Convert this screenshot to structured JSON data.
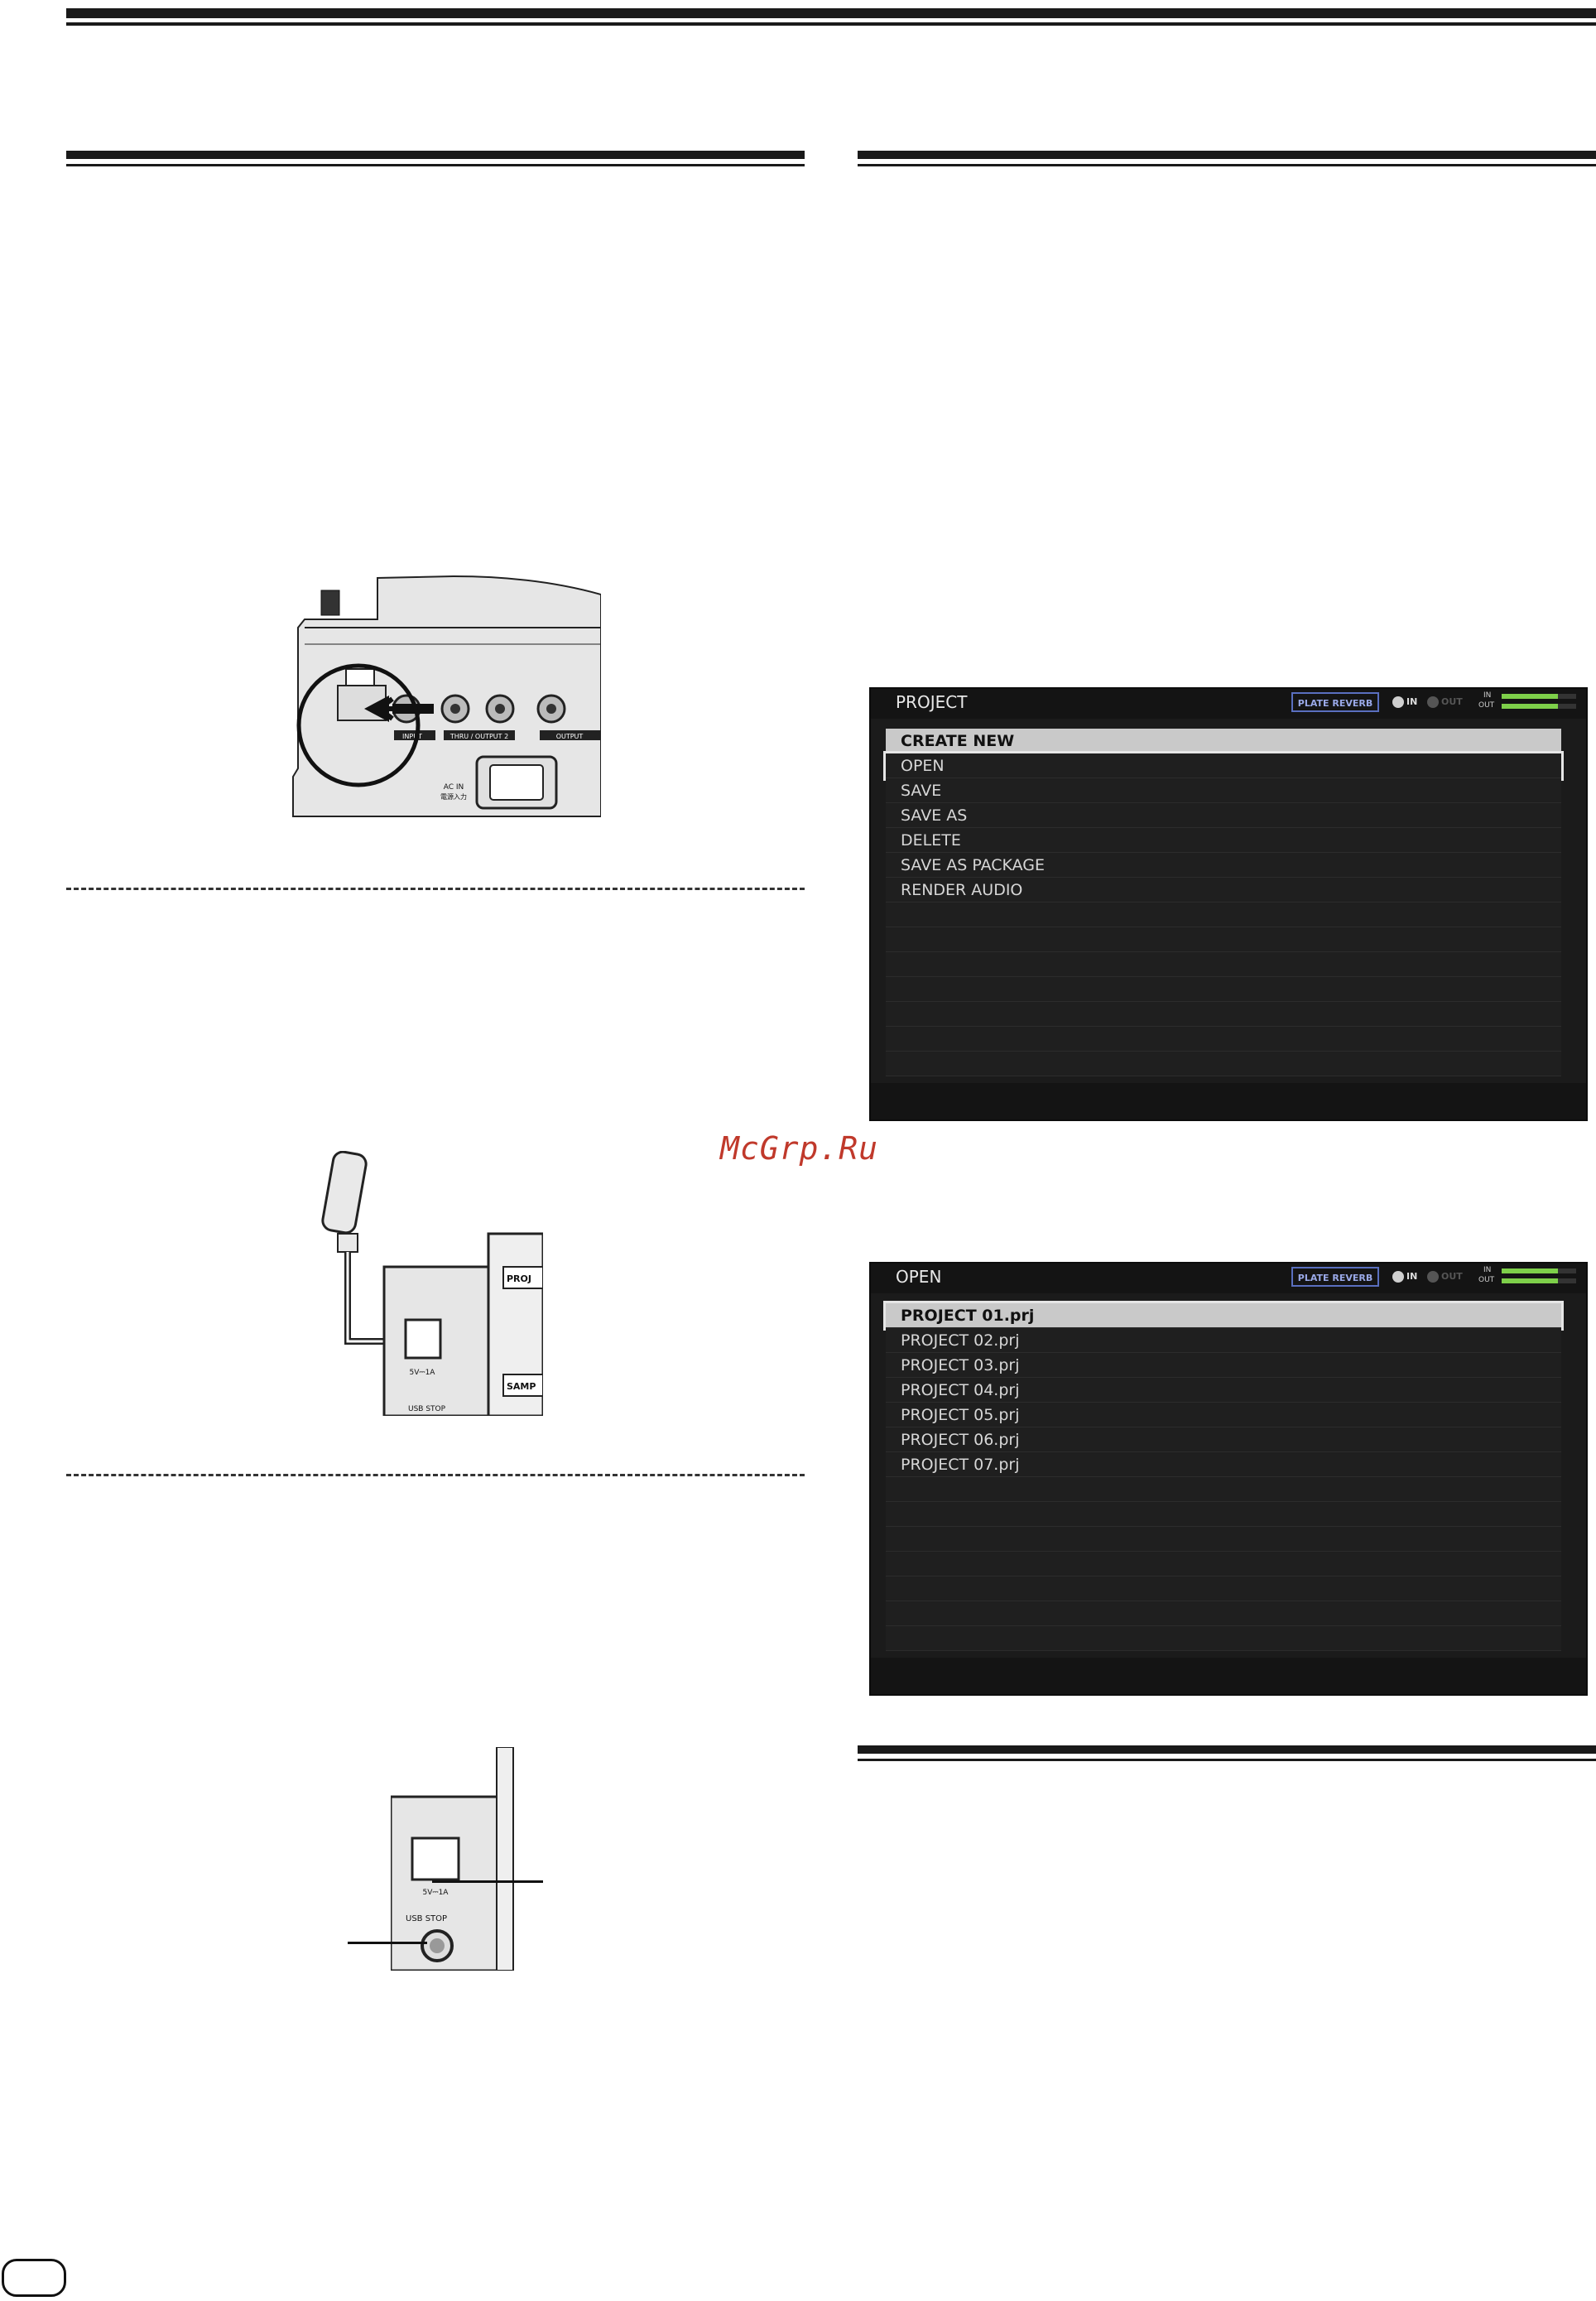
{
  "project_screen": {
    "title": "PROJECT",
    "fx_label": "PLATE REVERB",
    "in_label": "IN",
    "out_label": "OUT",
    "meter_in_label": "IN",
    "meter_out_label": "OUT",
    "meter_in_level": 0.75,
    "meter_out_level": 0.75,
    "items": [
      "CREATE NEW",
      "OPEN",
      "SAVE",
      "SAVE AS",
      "DELETE",
      "SAVE AS PACKAGE",
      "RENDER AUDIO"
    ],
    "selected_item": "CREATE NEW",
    "outlined_item": "OPEN"
  },
  "open_screen": {
    "title": "OPEN",
    "fx_label": "PLATE REVERB",
    "in_label": "IN",
    "out_label": "OUT",
    "meter_in_label": "IN",
    "meter_out_label": "OUT",
    "meter_in_level": 0.75,
    "meter_out_level": 0.75,
    "items": [
      "PROJECT 01.prj",
      "PROJECT 02.prj",
      "PROJECT 03.prj",
      "PROJECT 04.prj",
      "PROJECT 05.prj",
      "PROJECT 06.prj",
      "PROJECT 07.prj"
    ],
    "selected_item": "PROJECT 01.prj",
    "outlined_item": "PROJECT 01.prj"
  },
  "illustrations": {
    "rear_panel": {
      "input_label": "INPUT",
      "thru_label": "THRU / OUTPUT 2",
      "output_label": "OUTPUT",
      "ac_in_label": "AC IN",
      "ac_in_label_jp": "電源入力"
    },
    "usb_connect": {
      "project_label": "PROJ",
      "sampler_label": "SAMP",
      "usb_rating": "5V⎓1A",
      "usb_stop_label": "USB STOP"
    },
    "usb_stop": {
      "usb_rating": "5V⎓1A",
      "usb_stop_label": "USB STOP"
    }
  },
  "watermark": "McGrp.Ru",
  "colors": {
    "screen_bg": "#1b1b1b",
    "selected_row": "#c9c9c9",
    "meter_green": "#7ed04a",
    "fx_blue": "#9aa9e8",
    "watermark_red": "#c0392b"
  }
}
